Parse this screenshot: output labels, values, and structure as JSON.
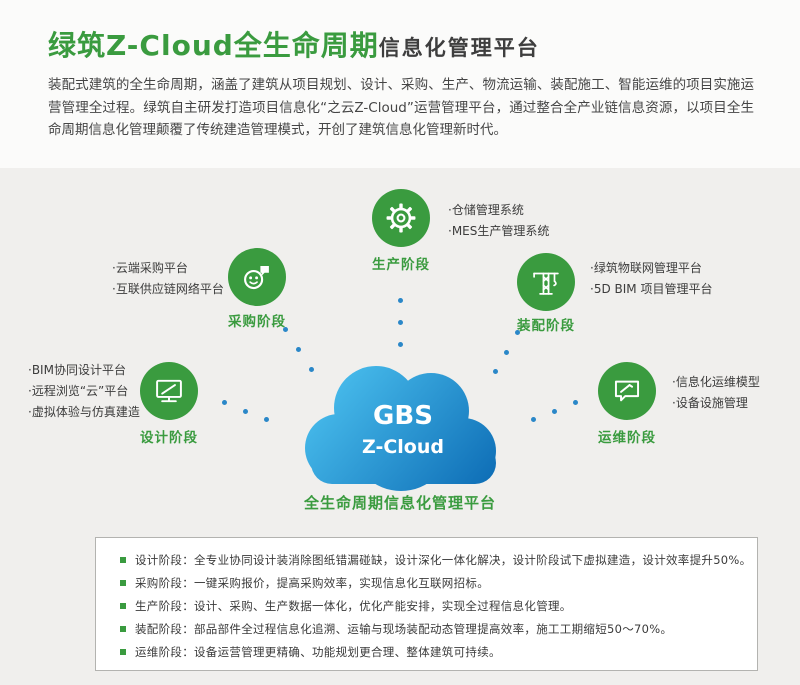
{
  "colors": {
    "accent_green": "#3A9B3F",
    "cloud_blue_light": "#47BBEB",
    "cloud_blue_dark": "#0F6FB7",
    "connector_blue": "#2A87C8",
    "panel_gray": "#F0EFED"
  },
  "header": {
    "title_green": "绿筑Z-Cloud全生命周期",
    "title_dark": "信息化管理平台",
    "description": "装配式建筑的全生命周期，涵盖了建筑从项目规划、设计、采购、生产、物流运输、装配施工、智能运维的项目实施运营管理全过程。绿筑自主研发打造项目信息化“之云Z-Cloud”运营管理平台，通过整合全产业链信息资源，以项目全生命周期信息化管理颠覆了传统建造管理模式，开创了建筑信息化管理新时代。"
  },
  "diagram": {
    "cloud": {
      "line1": "GBS",
      "line2": "Z-Cloud"
    },
    "caption": "全生命周期信息化管理平台",
    "phases": {
      "design": {
        "label": "设计阶段",
        "icon": "monitor-design-icon",
        "bullets": [
          "·BIM协同设计平台",
          "·远程浏览“云”平台",
          "·虚拟体验与仿真建造"
        ]
      },
      "procurement": {
        "label": "采购阶段",
        "icon": "chat-smile-icon",
        "bullets": [
          "·云端采购平台",
          "·互联供应链网络平台"
        ]
      },
      "production": {
        "label": "生产阶段",
        "icon": "gear-icon",
        "bullets": [
          "·仓储管理系统",
          "·MES生产管理系统"
        ]
      },
      "assembly": {
        "label": "装配阶段",
        "icon": "tower-crane-icon",
        "bullets": [
          "·绿筑物联网管理平台",
          "·5D BIM 项目管理平台"
        ]
      },
      "operation": {
        "label": "运维阶段",
        "icon": "chat-pencil-icon",
        "bullets": [
          "·信息化运维模型",
          "·设备设施管理"
        ]
      }
    }
  },
  "summary": {
    "items": [
      "设计阶段：全专业协同设计装消除图纸错漏碰缺，设计深化一体化解决，设计阶段试下虚拟建造，设计效率提升50%。",
      "采购阶段：一键采购报价，提高采购效率，实现信息化互联网招标。",
      "生产阶段：设计、采购、生产数据一体化，优化产能安排，实现全过程信息化管理。",
      "装配阶段：部品部件全过程信息化追溯、运输与现场装配动态管理提高效率，施工工期缩短50～70%。",
      "运维阶段：设备运营管理更精确、功能规划更合理、整体建筑可持续。"
    ]
  }
}
